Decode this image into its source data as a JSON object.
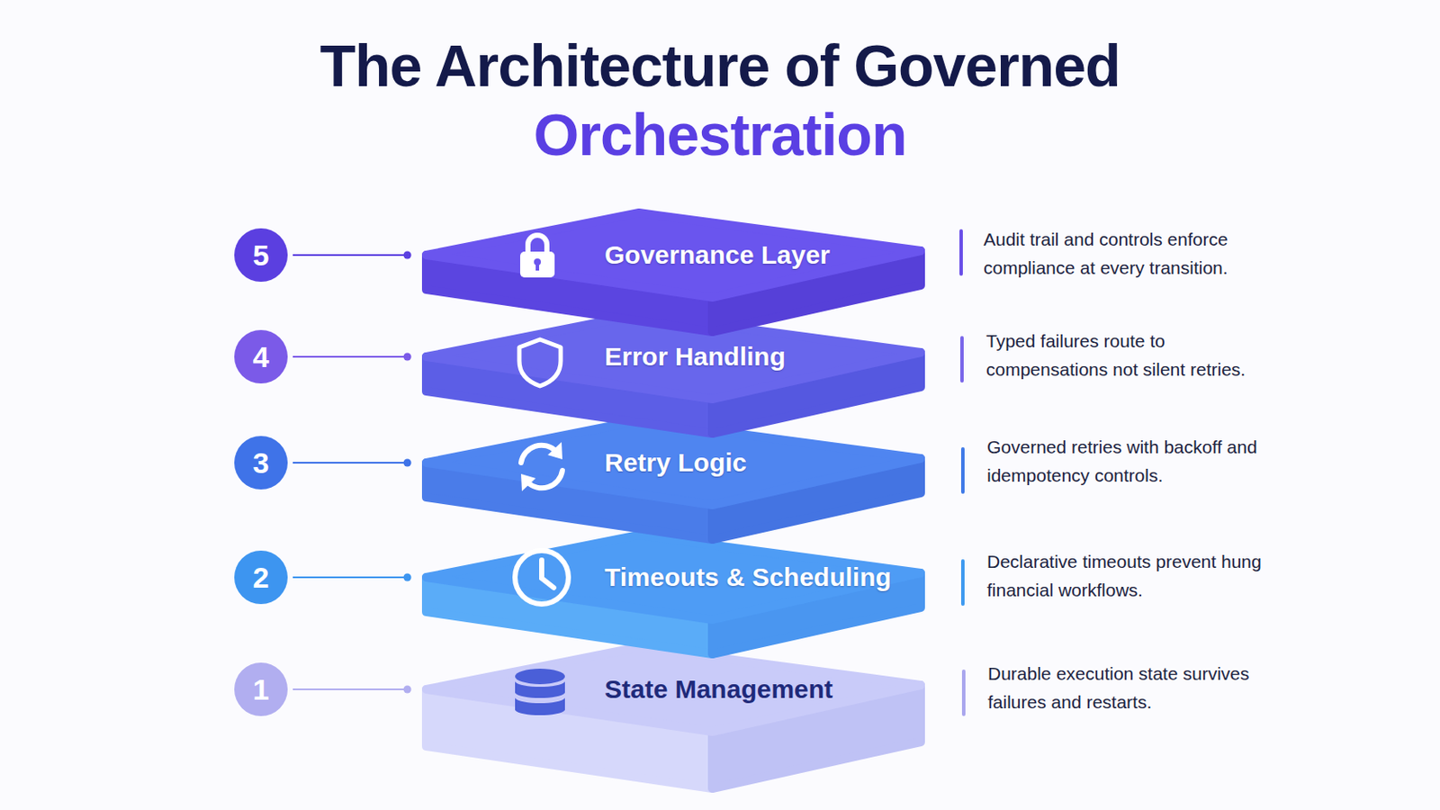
{
  "diagram": {
    "title": "The Architecture of Governed Orchestration",
    "nodes": [
      {
        "text": [
          "5"
        ]
      },
      {
        "text": [
          "Governance Layer"
        ]
      },
      {
        "text": [
          "4"
        ]
      },
      {
        "text": [
          "Error Handling"
        ]
      },
      {
        "text": [
          "3"
        ]
      },
      {
        "text": [
          "Retry Logic"
        ]
      },
      {
        "text": [
          "2"
        ]
      },
      {
        "text": [
          "Timeouts & Scheduling"
        ]
      },
      {
        "text": [
          "1"
        ]
      },
      {
        "text": [
          "State Management"
        ]
      }
    ],
    "edges": [
      {
        "from": 0,
        "to": 1,
        "arrow": "none"
      },
      {
        "from": 2,
        "to": 3,
        "arrow": "none"
      },
      {
        "from": 4,
        "to": 5,
        "arrow": "none"
      },
      {
        "from": 6,
        "to": 7,
        "arrow": "none"
      },
      {
        "from": 8,
        "to": 9,
        "arrow": "none"
      }
    ],
    "labels": [
      "Audit trail and controls enforce compliance at every transition.",
      "Typed failures route to compensations not silent retries.",
      "Governed retries with backoff and idempotency controls.",
      "Declarative timeouts prevent hung financial workflows.",
      "Durable execution state survives failures and restarts."
    ]
  }
}
